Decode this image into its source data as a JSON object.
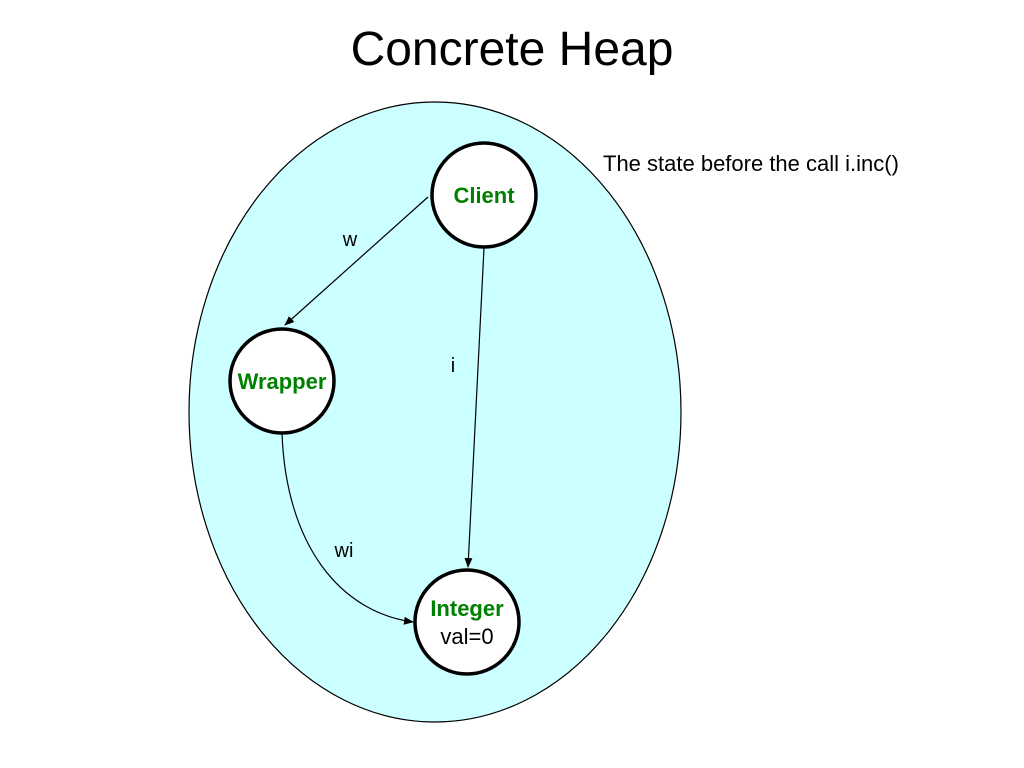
{
  "title": "Concrete Heap",
  "caption": "The state before the call i.inc()",
  "colors": {
    "heap_fill": "#ccffff",
    "node_label": "#008000",
    "stroke": "#000000"
  },
  "nodes": {
    "client": {
      "label": "Client"
    },
    "wrapper": {
      "label": "Wrapper"
    },
    "integer": {
      "label": "Integer",
      "value": "val=0"
    }
  },
  "edges": {
    "w": {
      "label": "w",
      "from": "Client",
      "to": "Wrapper"
    },
    "i": {
      "label": "i",
      "from": "Client",
      "to": "Integer"
    },
    "wi": {
      "label": "wi",
      "from": "Wrapper",
      "to": "Integer"
    }
  }
}
